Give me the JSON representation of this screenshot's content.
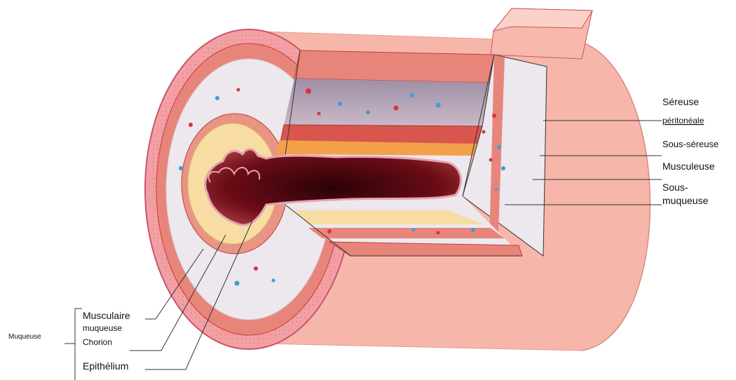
{
  "labels": {
    "sereuse": "Séreuse",
    "peritoneale": "péritonéale",
    "sous_sereuse": "Sous-séreuse",
    "musculeuse": "Musculeuse",
    "sous_muqueuse_1": "Sous-",
    "sous_muqueuse_2": "muqueuse",
    "musculaire_1": "Musculaire",
    "musculaire_2": "muqueuse",
    "chorion": "Chorion",
    "epithelium": "Epithélium",
    "muqueuse": "Muqueuse"
  },
  "colors": {
    "serosa": "#f4b1a6",
    "serosa_edge": "#c9556b",
    "muscle": "#e8857a",
    "muscle_dark": "#c73b3a",
    "submucosa": "#ece8ee",
    "chorion": "#f7dca4",
    "lumen": "#6b0c16",
    "cut_face": "#b6a6b8"
  }
}
